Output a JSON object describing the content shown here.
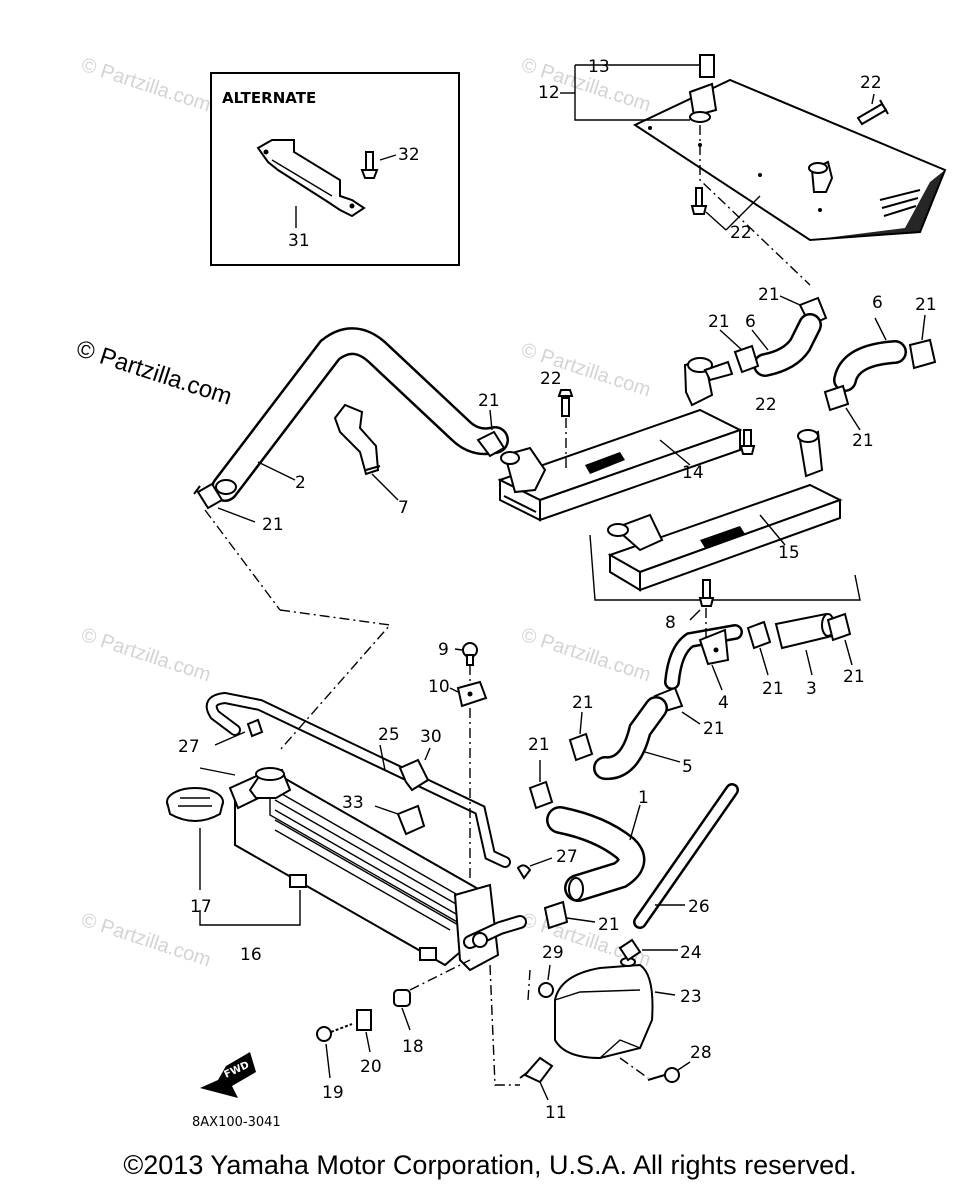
{
  "diagram": {
    "alternate_title": "ALTERNATE",
    "drawing_code": "8AX100-3041",
    "fwd_label": "FWD",
    "watermark_main": "© Partzilla.com",
    "watermark_small": "© Partzilla.com",
    "footer": "©2013 Yamaha Motor Corporation, U.S.A. All rights reserved.",
    "callouts": {
      "c13": "13",
      "c12": "12",
      "c22a": "22",
      "c22b": "22",
      "c32": "32",
      "c31": "31",
      "c21a": "21",
      "c6a": "6",
      "c6b": "6",
      "c21b": "21",
      "c21c": "21",
      "c21d": "21",
      "c22c": "22",
      "c21e": "21",
      "c22d": "22",
      "c14": "14",
      "c2": "2",
      "c7": "7",
      "c21f": "21",
      "c15": "15",
      "c8": "8",
      "c9": "9",
      "c10": "10",
      "c4": "4",
      "c21g": "21",
      "c3": "3",
      "c21h": "21",
      "c21i": "21",
      "c21j": "21",
      "c5": "5",
      "c21k": "21",
      "c27a": "27",
      "c25": "25",
      "c30": "30",
      "c33": "33",
      "c1": "1",
      "c27b": "27",
      "c17": "17",
      "c16": "16",
      "c26": "26",
      "c21l": "21",
      "c24": "24",
      "c29": "29",
      "c23": "23",
      "c18": "18",
      "c20": "20",
      "c19": "19",
      "c28": "28",
      "c11": "11"
    }
  }
}
